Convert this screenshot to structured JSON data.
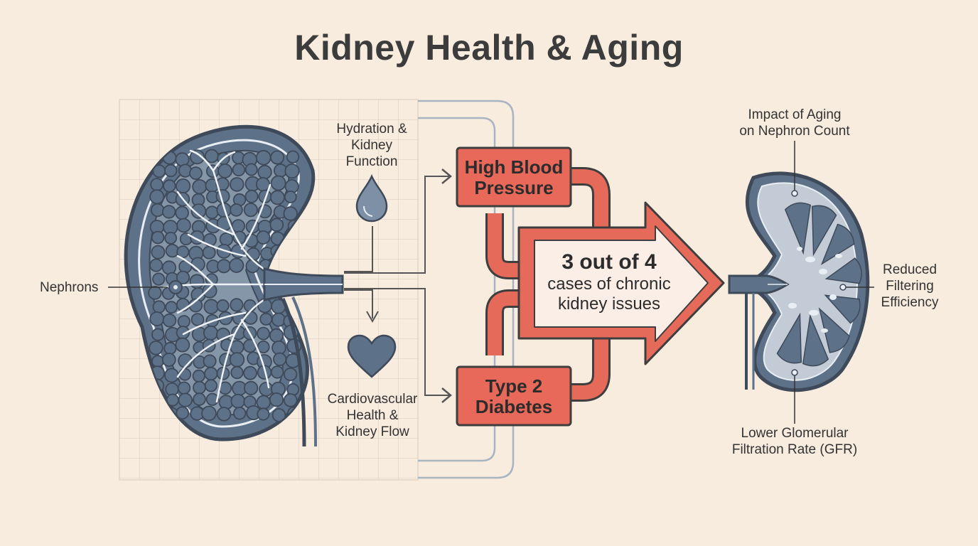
{
  "title": "Kidney Health & Aging",
  "labels": {
    "nephrons": "Nephrons",
    "hydration": [
      "Hydration &",
      "Kidney",
      "Function"
    ],
    "cardio": [
      "Cardiovascular",
      "Health &",
      "Kidney Flow"
    ],
    "aging": [
      "Impact of Aging",
      "on Nephron Count"
    ],
    "filtering": [
      "Reduced",
      "Filtering",
      "Efficiency"
    ],
    "gfr": [
      "Lower Glomerular",
      "Filtration Rate (GFR)"
    ]
  },
  "boxes": {
    "blood_pressure": [
      "High Blood",
      "Pressure"
    ],
    "diabetes": [
      "Type 2",
      "Diabetes"
    ]
  },
  "callout": {
    "headline": "3 out of 4",
    "line1": "cases of chronic",
    "line2": "kidney issues"
  },
  "colors": {
    "background": "#f8ecdf",
    "kidney_blue": "#5d7188",
    "outline_dark": "#3e4a5a",
    "risk_red": "#e66a5a",
    "box_red": "#e8685a"
  },
  "icons": [
    "water-drop-icon",
    "heart-icon"
  ]
}
